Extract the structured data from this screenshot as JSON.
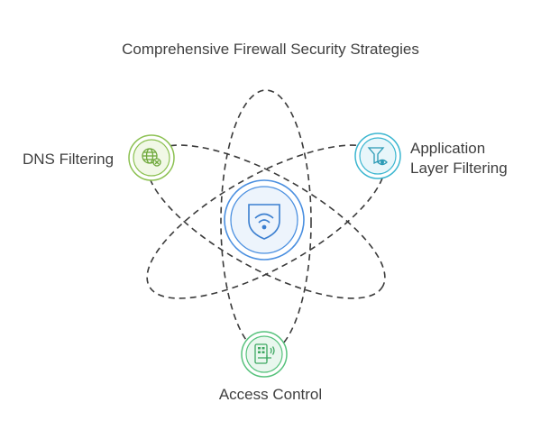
{
  "title": "Comprehensive Firewall Security Strategies",
  "nodes": {
    "dns": {
      "label": "DNS Filtering",
      "color": "#8cc152",
      "icon": "globe-block-icon"
    },
    "application": {
      "label_line1": "Application",
      "label_line2": "Layer Filtering",
      "color": "#3bb6d0",
      "icon": "filter-eye-icon"
    },
    "access": {
      "label": "Access Control",
      "color": "#57c27c",
      "icon": "keypad-lock-icon"
    },
    "center": {
      "color": "#4a8fe0",
      "icon": "shield-wifi-icon"
    }
  }
}
